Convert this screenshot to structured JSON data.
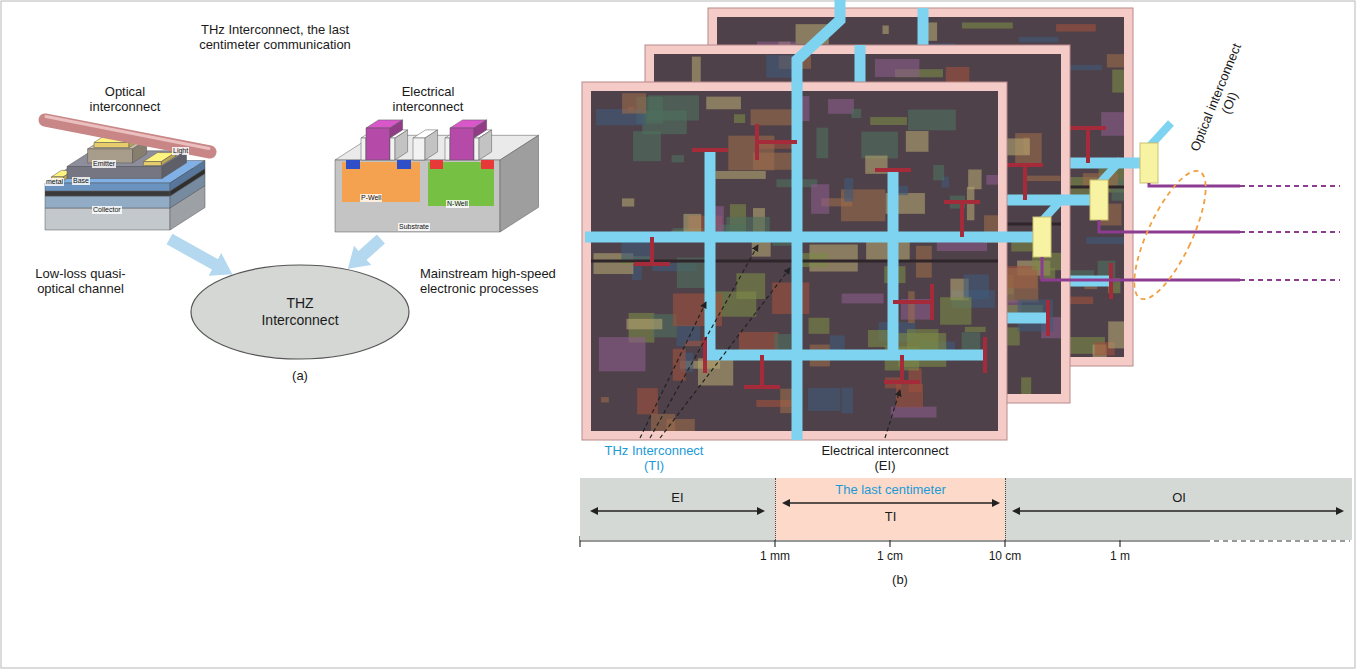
{
  "diagram": {
    "nodes": [
      {
        "text": [
          "Optical interconnect",
          "Low-loss quasi-optical channel"
        ]
      },
      {
        "text": [
          "Electrical interconnect",
          "Mainstream high-speed electronic processes"
        ]
      },
      {
        "text": [
          "THZ Interconnect"
        ]
      },
      {
        "text": [
          "EI"
        ]
      },
      {
        "text": [
          "The last centimeter",
          "TI"
        ]
      },
      {
        "text": [
          "OI"
        ]
      }
    ],
    "edges": [
      {
        "from": 0,
        "to": 2,
        "arrow": "to"
      },
      {
        "from": 1,
        "to": 2,
        "arrow": "to"
      }
    ],
    "labels": [
      "THz Interconnect, the last centimeter communication",
      "metal",
      "Emitter",
      "Base",
      "Collector",
      "Light",
      "P-Well",
      "N-Well",
      "Substrate",
      "(a)",
      "Optical interconnect (OI)",
      "THz Interconnect (TI)",
      "Electrical interconnect (EI)",
      "1 mm",
      "1 cm",
      "10 cm",
      "1 m",
      "(b)"
    ]
  }
}
